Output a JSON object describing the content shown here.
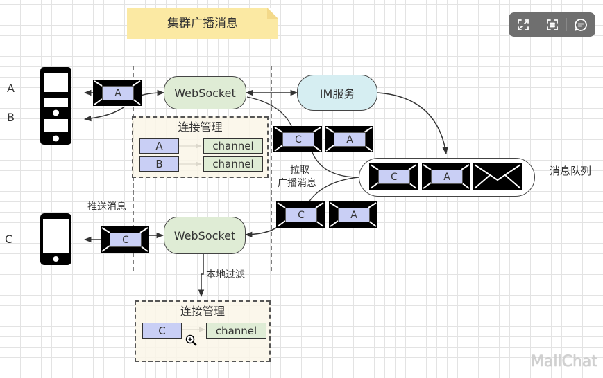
{
  "title": "集群广播消息",
  "toolbar": {
    "buttons": [
      {
        "name": "fullscreen",
        "icon": "expand-icon"
      },
      {
        "name": "ocr",
        "icon": "scan-text-icon"
      },
      {
        "name": "comment",
        "icon": "comment-icon"
      }
    ]
  },
  "clients": [
    {
      "label": "A",
      "device": "desktop-tower"
    },
    {
      "label": "B",
      "device": "desktop-tower"
    },
    {
      "label": "C",
      "device": "mobile-phone"
    }
  ],
  "nodes": {
    "websocket_top": "WebSocket",
    "websocket_bottom": "WebSocket",
    "im_service": "IM服务",
    "message_queue": "消息队列"
  },
  "messages": {
    "top_inbound": "A",
    "top_outbound": [
      "C",
      "A"
    ],
    "queue": [
      "C",
      "A"
    ],
    "pulled": [
      "C",
      "A"
    ],
    "bottom_push": "C"
  },
  "connection_mgmt_top": {
    "title": "连接管理",
    "rows": [
      {
        "key": "A",
        "value": "channel"
      },
      {
        "key": "B",
        "value": "channel"
      }
    ]
  },
  "connection_mgmt_bottom": {
    "title": "连接管理",
    "rows": [
      {
        "key": "C",
        "value": "channel"
      }
    ]
  },
  "edge_labels": {
    "pull": [
      "拉取",
      "广播消息"
    ],
    "push": "推送消息",
    "filter": "本地过滤"
  },
  "watermark": "MallChat",
  "colors": {
    "note_bg": "#fbe9a3",
    "websocket_bg": "#dfecd5",
    "im_bg": "#d6eef2",
    "key_bg": "#c9cff5",
    "panel_bg": "#faf6e8",
    "toolbar_bg": "#6f6f6f"
  }
}
